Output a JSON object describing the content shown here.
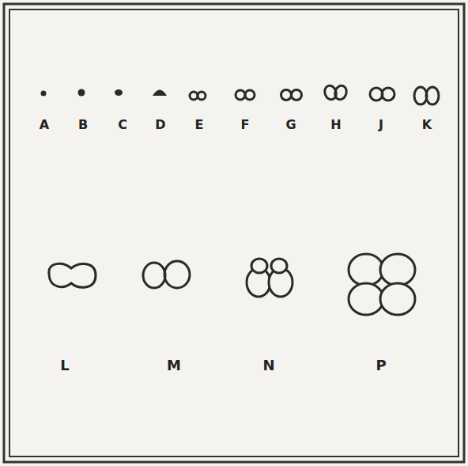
{
  "diagram": {
    "labels": [
      "A",
      "B",
      "C",
      "D",
      "E",
      "F",
      "G",
      "H",
      "J",
      "K",
      "L",
      "M",
      "N",
      "P"
    ]
  }
}
